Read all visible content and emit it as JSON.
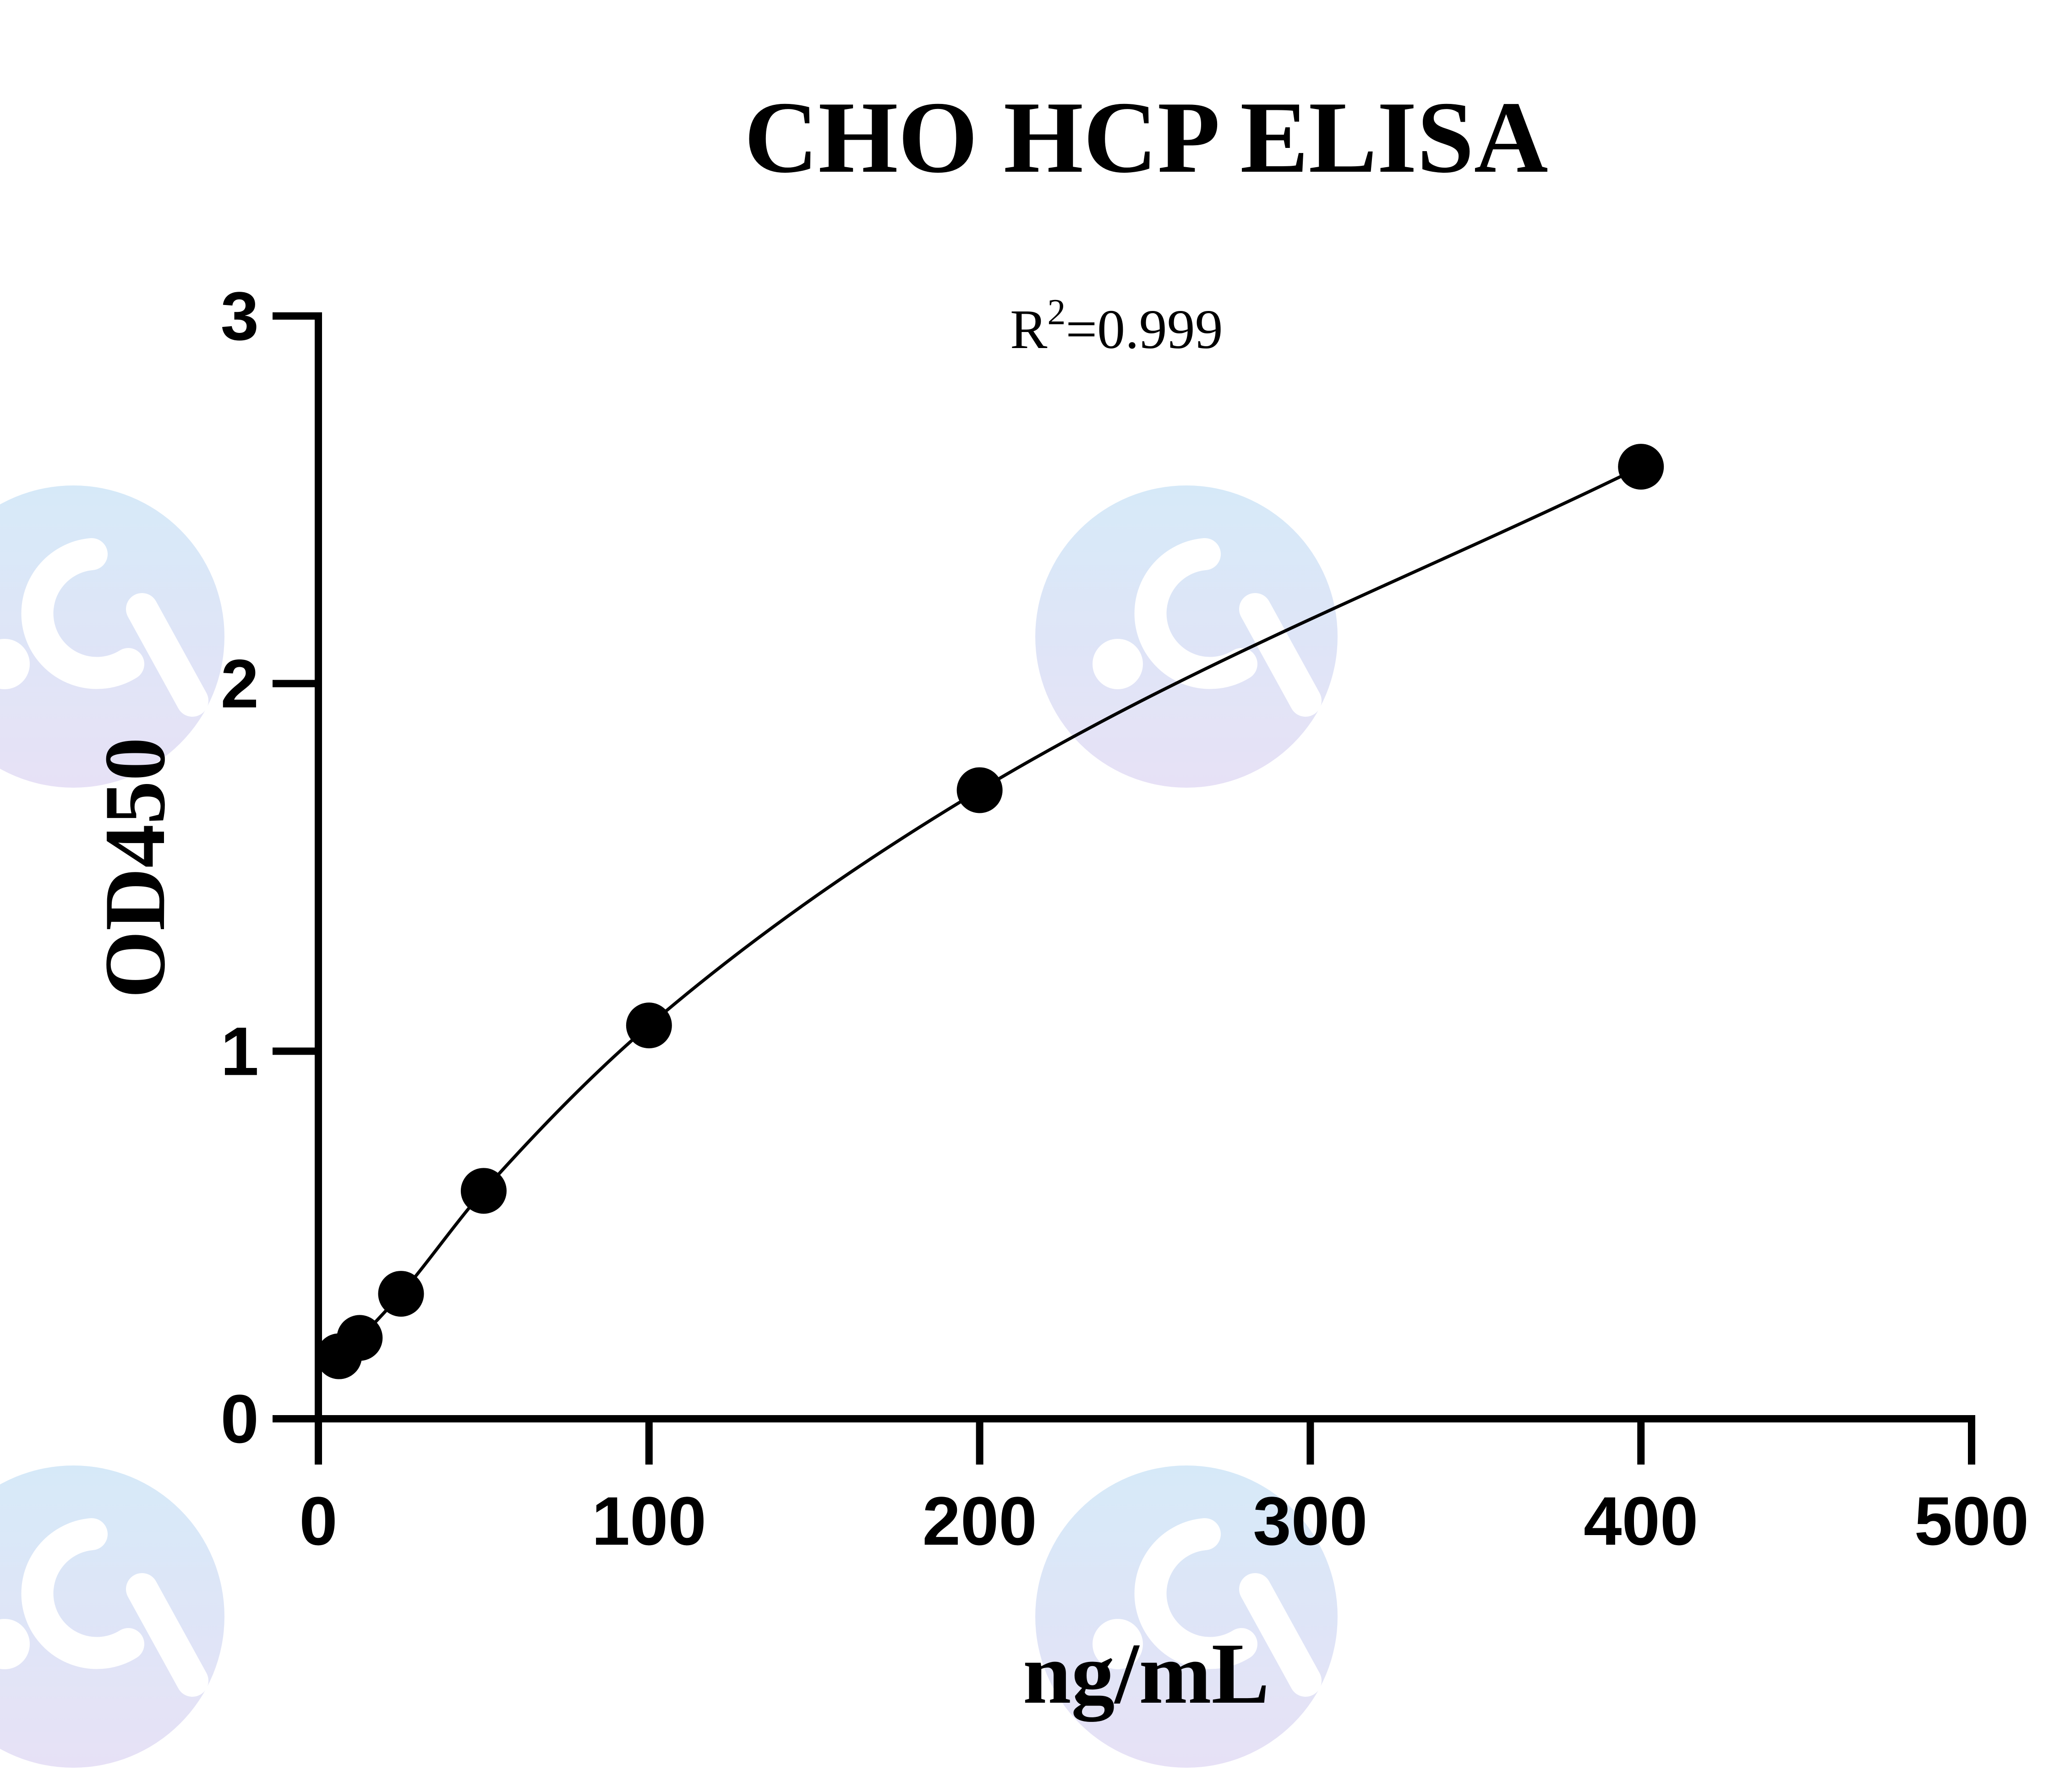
{
  "chart_data": {
    "type": "scatter",
    "title": "CHO HCP ELISA",
    "xlabel": "ng/mL",
    "ylabel": "OD450",
    "xlim": [
      0,
      500
    ],
    "ylim": [
      0,
      3
    ],
    "x_ticks": [
      0,
      100,
      200,
      300,
      400,
      500
    ],
    "y_ticks": [
      0,
      1,
      2,
      3
    ],
    "grid": false,
    "annotation": {
      "prefix": "R",
      "superscript": "2",
      "suffix": "=0.999"
    },
    "series": [
      {
        "x": [
          6.25,
          12.5,
          25,
          50,
          100,
          200,
          400
        ],
        "y": [
          0.17,
          0.22,
          0.34,
          0.62,
          1.07,
          1.71,
          2.59
        ],
        "fit": "curve",
        "color": "#000000"
      }
    ]
  },
  "watermark": {
    "icon": "logo-watermark-icon",
    "colors": [
      "#cfe6f7",
      "#e3dcf5"
    ]
  }
}
